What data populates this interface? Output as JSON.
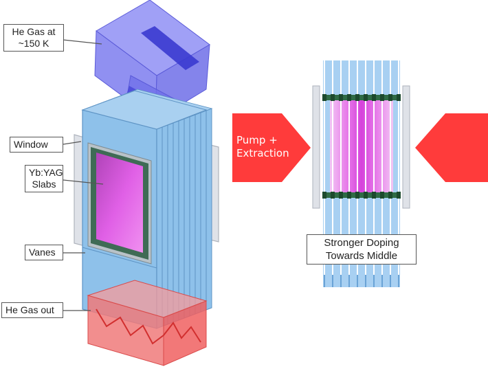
{
  "labels": {
    "he_gas_in_line1": "He Gas at",
    "he_gas_in_line2": "~150 K",
    "window": "Window",
    "slabs_line1": "Yb:YAG",
    "slabs_line2": "Slabs",
    "vanes": "Vanes",
    "he_gas_out": "He Gas out",
    "pump_line1": "Pump +",
    "pump_line2": "Extraction",
    "doping_line1": "Stronger Doping",
    "doping_line2": "Towards Middle"
  },
  "colors": {
    "gas_in": "#7a7af2",
    "gas_in_dark": "#3a3ad0",
    "vane_blue": "#8ec1ea",
    "vane_edge": "#5d93c4",
    "window_gray": "#d4d8e0",
    "slab_magenta": "#e060e6",
    "slab_frame": "#3f6b55",
    "gas_out_red": "#f05a5a",
    "pump_red": "#ff3b3b",
    "clamp_dark": "#1d4a2e"
  },
  "icons": [
    "gas-inlet-manifold",
    "gas-outlet-manifold",
    "pump-arrow-left",
    "pump-arrow-right"
  ]
}
